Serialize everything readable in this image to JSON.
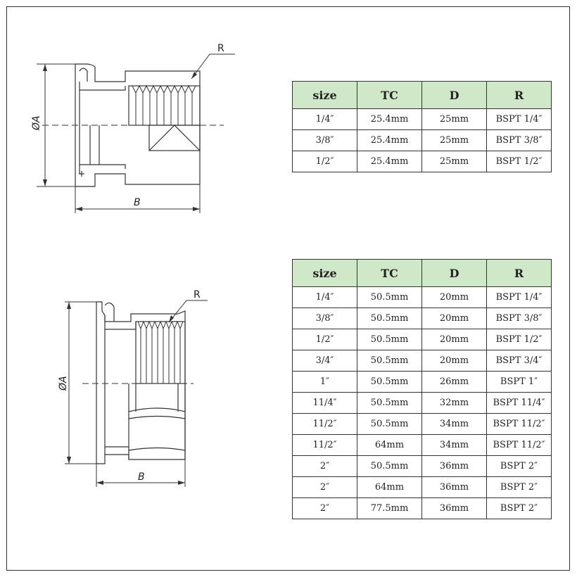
{
  "drawing1": {
    "label_R": "R",
    "label_A": "ØA",
    "label_B": "B"
  },
  "drawing2": {
    "label_R": "R",
    "label_A": "ØA",
    "label_B": "B"
  },
  "table1": {
    "headers": [
      "size",
      "TC",
      "D",
      "R"
    ],
    "rows": [
      [
        "1/4″",
        "25.4mm",
        "25mm",
        "BSPT 1/4″"
      ],
      [
        "3/8″",
        "25.4mm",
        "25mm",
        "BSPT 3/8″"
      ],
      [
        "1/2″",
        "25.4mm",
        "25mm",
        "BSPT 1/2″"
      ]
    ]
  },
  "table2": {
    "headers": [
      "size",
      "TC",
      "D",
      "R"
    ],
    "rows": [
      [
        "1/4″",
        "50.5mm",
        "20mm",
        "BSPT 1/4″"
      ],
      [
        "3/8″",
        "50.5mm",
        "20mm",
        "BSPT 3/8″"
      ],
      [
        "1/2″",
        "50.5mm",
        "20mm",
        "BSPT 1/2″"
      ],
      [
        "3/4″",
        "50.5mm",
        "20mm",
        "BSPT 3/4″"
      ],
      [
        "1″",
        "50.5mm",
        "26mm",
        "BSPT 1″"
      ],
      [
        "11/4″",
        "50.5mm",
        "32mm",
        "BSPT 11/4″"
      ],
      [
        "11/2″",
        "50.5mm",
        "34mm",
        "BSPT 11/2″"
      ],
      [
        "11/2″",
        "64mm",
        "34mm",
        "BSPT 11/2″"
      ],
      [
        "2″",
        "50.5mm",
        "36mm",
        "BSPT 2″"
      ],
      [
        "2″",
        "64mm",
        "36mm",
        "BSPT 2″"
      ],
      [
        "2″",
        "77.5mm",
        "36mm",
        "BSPT 2″"
      ]
    ]
  },
  "colors": {
    "header_bg": "#cfe8c8",
    "line": "#333333"
  }
}
